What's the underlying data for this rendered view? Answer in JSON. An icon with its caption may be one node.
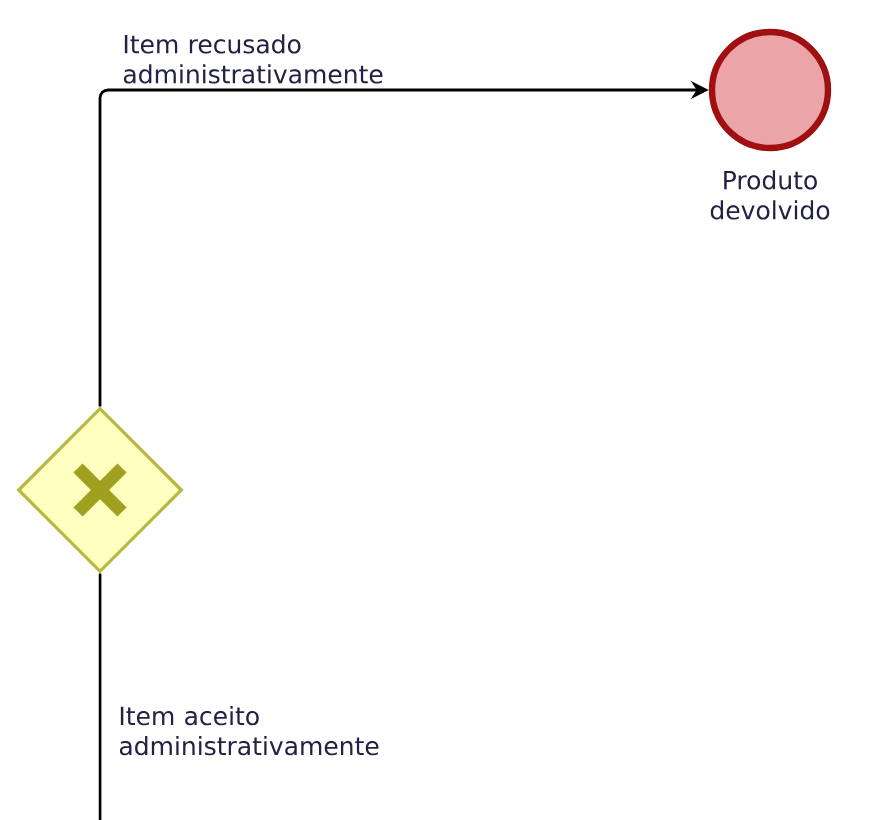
{
  "diagram": {
    "nodes": [
      {
        "text": [],
        "shape": "diamond"
      },
      {
        "text": [],
        "shape": "circle",
        "beside": [
          "Produto devolvido"
        ]
      }
    ],
    "edges": [
      {
        "from": 0,
        "to": 1,
        "arrow": "to",
        "label": "Item recusado administrativamente"
      },
      {
        "from": 0,
        "to": null,
        "arrow": "none",
        "label": "Item aceito administrativamente"
      }
    ]
  }
}
